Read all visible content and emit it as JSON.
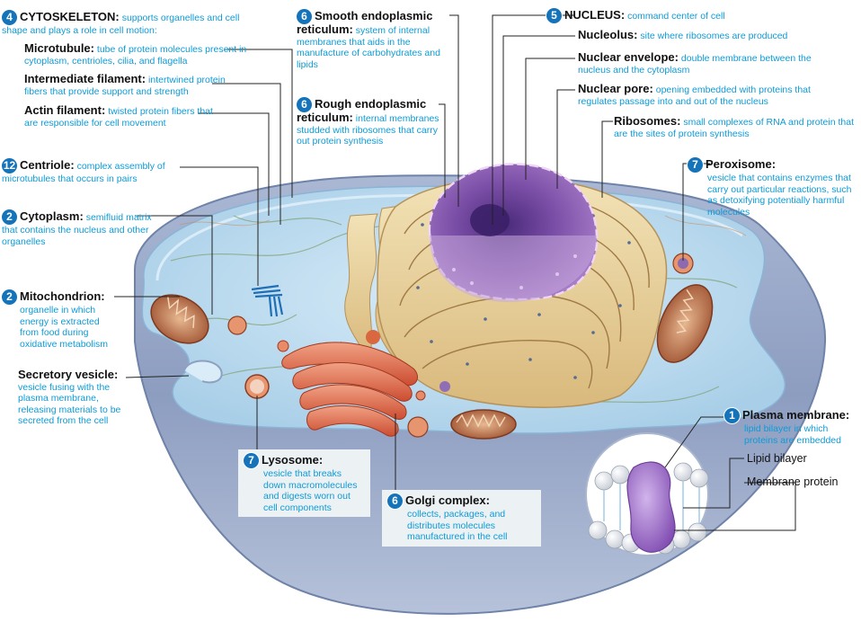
{
  "labels": {
    "cytoskeleton": {
      "num": "4",
      "title": "CYTOSKELETON:",
      "desc": "supports organelles and cell shape and plays a role in cell motion:"
    },
    "microtubule": {
      "title": "Microtubule:",
      "desc": "tube of protein molecules present in cytoplasm, centrioles, cilia, and flagella"
    },
    "intermediate": {
      "title": "Intermediate filament:",
      "desc": "intertwined protein fibers that provide support and strength"
    },
    "actin": {
      "title": "Actin filament:",
      "desc": "twisted protein fibers that are responsible for cell movement"
    },
    "centriole": {
      "num": "12",
      "title": "Centriole:",
      "desc": "complex assembly of microtubules that occurs in pairs"
    },
    "cytoplasm": {
      "num": "2",
      "title": "Cytoplasm:",
      "desc": "semifluid matrix that contains the nucleus and other organelles"
    },
    "mitochondrion": {
      "num": "2",
      "title": "Mitochondrion:",
      "desc": "organelle in which energy is extracted from food during oxidative metabolism"
    },
    "secretory": {
      "title": "Secretory vesicle:",
      "desc": "vesicle fusing with the plasma membrane, releasing materials to be secreted from the cell"
    },
    "smooth_er": {
      "num": "6",
      "title": "Smooth endoplasmic reticulum:",
      "desc": "system of internal membranes that aids in the manufacture of carbohydrates and lipids"
    },
    "rough_er": {
      "num": "6",
      "title": "Rough endoplasmic reticulum:",
      "desc": "internal membranes studded with ribosomes that carry out protein synthesis"
    },
    "nucleus": {
      "num": "5",
      "title": "NUCLEUS:",
      "desc": "command center of cell"
    },
    "nucleolus": {
      "title": "Nucleolus:",
      "desc": "site where ribosomes are produced"
    },
    "envelope": {
      "title": "Nuclear envelope:",
      "desc": "double membrane between the nucleus and the cytoplasm"
    },
    "pore": {
      "title": "Nuclear pore:",
      "desc": "opening embedded with proteins that regulates passage into and out of the nucleus"
    },
    "ribosomes": {
      "title": "Ribosomes:",
      "desc": "small complexes of RNA and protein that are the sites of protein synthesis"
    },
    "peroxisome": {
      "num": "7",
      "title": "Peroxisome:",
      "desc": "vesicle that contains enzymes that carry out particular reactions, such as detoxifying potentially harmful molecules"
    },
    "plasma": {
      "num": "1",
      "title": "Plasma membrane:",
      "desc": "lipid bilayer in which proteins are embedded"
    },
    "lysosome": {
      "num": "7",
      "title": "Lysosome:",
      "desc": "vesicle that breaks down macromolecules and digests worn out cell components"
    },
    "golgi": {
      "num": "6",
      "title": "Golgi complex:",
      "desc": "collects, packages, and distributes molecules manufactured in the cell"
    },
    "lipid_bilayer": "Lipid bilayer",
    "membrane_protein": "Membrane protein"
  },
  "colors": {
    "label_blue": "#0d9bd7",
    "badge_blue": "#1473b9",
    "cytoplasm": "#b9d9ee",
    "cell_wall": "#8ea0c0",
    "nucleus": "#7d4ea6",
    "er": "#ecd9a6",
    "golgi": "#d45b3e",
    "mitochondrion": "#b8623e"
  }
}
